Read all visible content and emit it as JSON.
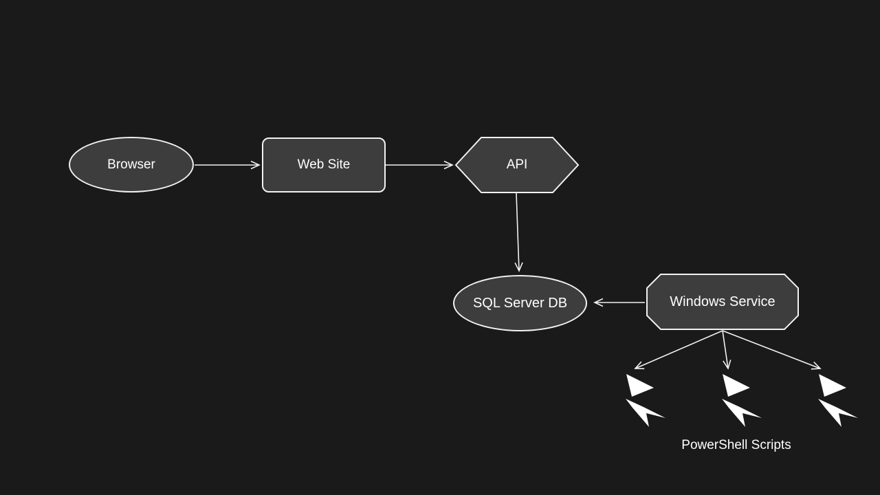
{
  "slide": {
    "background_color": "#1a1a1a",
    "shape_fill_color": "#3d3d3d",
    "shape_stroke_color": "#f2f2f2",
    "text_color": "#ffffff",
    "bolt_color": "#ffffff"
  },
  "nodes": {
    "browser": {
      "label": "Browser",
      "shape": "ellipse"
    },
    "web_site": {
      "label": "Web Site",
      "shape": "rounded-rectangle"
    },
    "api": {
      "label": "API",
      "shape": "hexagon"
    },
    "sql_server_db": {
      "label": "SQL Server DB",
      "shape": "ellipse"
    },
    "windows_service": {
      "label": "Windows Service",
      "shape": "octagon"
    },
    "powershell_scripts": {
      "label": "PowerShell Scripts",
      "shape": "lightning-bolt-group",
      "bolt_count": 3
    }
  },
  "edges": [
    {
      "from": "Browser",
      "to": "Web Site",
      "style": "arrow"
    },
    {
      "from": "Web Site",
      "to": "API",
      "style": "arrow"
    },
    {
      "from": "API",
      "to": "SQL Server DB",
      "style": "arrow"
    },
    {
      "from": "Windows Service",
      "to": "SQL Server DB",
      "style": "arrow"
    },
    {
      "from": "Windows Service",
      "to": "PowerShell Scripts (bolt 1)",
      "style": "arrow"
    },
    {
      "from": "Windows Service",
      "to": "PowerShell Scripts (bolt 2)",
      "style": "arrow"
    },
    {
      "from": "Windows Service",
      "to": "PowerShell Scripts (bolt 3)",
      "style": "arrow"
    }
  ]
}
